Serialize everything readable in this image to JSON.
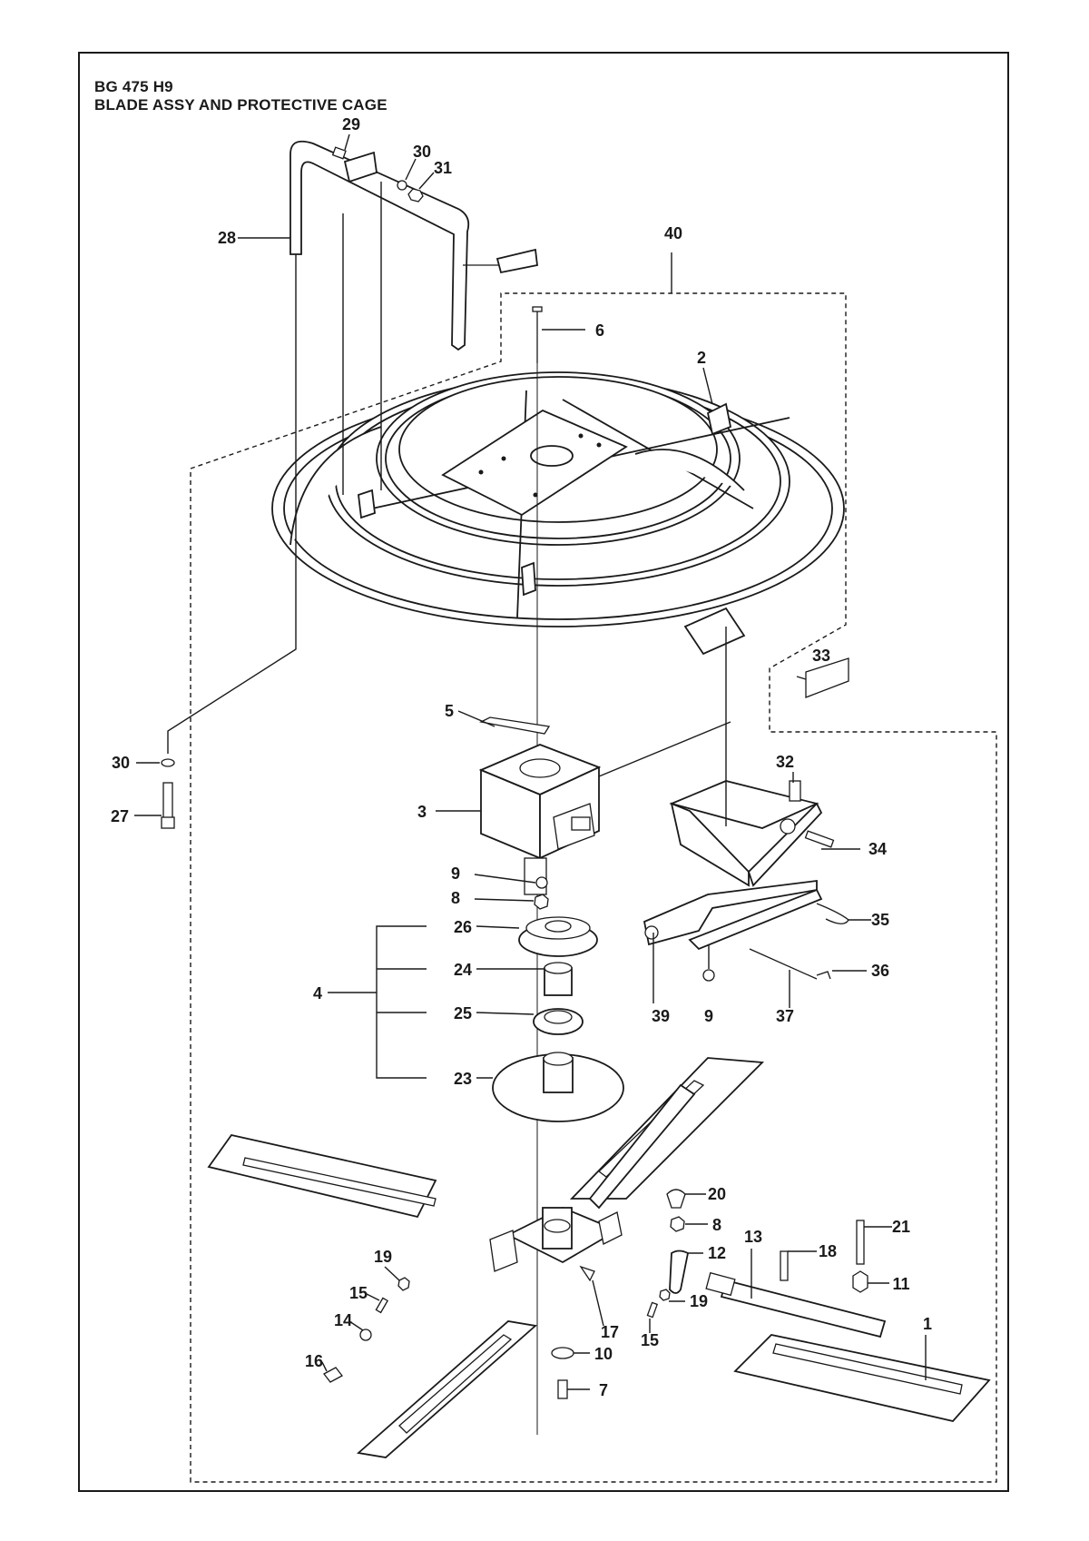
{
  "header": {
    "model": "BG 475 H9",
    "title": "BLADE ASSY AND PROTECTIVE CAGE"
  },
  "callouts": {
    "c1": "1",
    "c2": "2",
    "c3": "3",
    "c4": "4",
    "c5": "5",
    "c6": "6",
    "c7": "7",
    "c8a": "8",
    "c8b": "8",
    "c9a": "9",
    "c9b": "9",
    "c10": "10",
    "c11": "11",
    "c12": "12",
    "c13": "13",
    "c14": "14",
    "c15a": "15",
    "c15b": "15",
    "c16": "16",
    "c17": "17",
    "c18": "18",
    "c19a": "19",
    "c19b": "19",
    "c20": "20",
    "c21": "21",
    "c23": "23",
    "c24": "24",
    "c25": "25",
    "c26": "26",
    "c27": "27",
    "c28": "28",
    "c29": "29",
    "c30a": "30",
    "c30b": "30",
    "c31": "31",
    "c32": "32",
    "c33": "33",
    "c34": "34",
    "c35": "35",
    "c36": "36",
    "c37": "37",
    "c39": "39",
    "c40": "40"
  }
}
